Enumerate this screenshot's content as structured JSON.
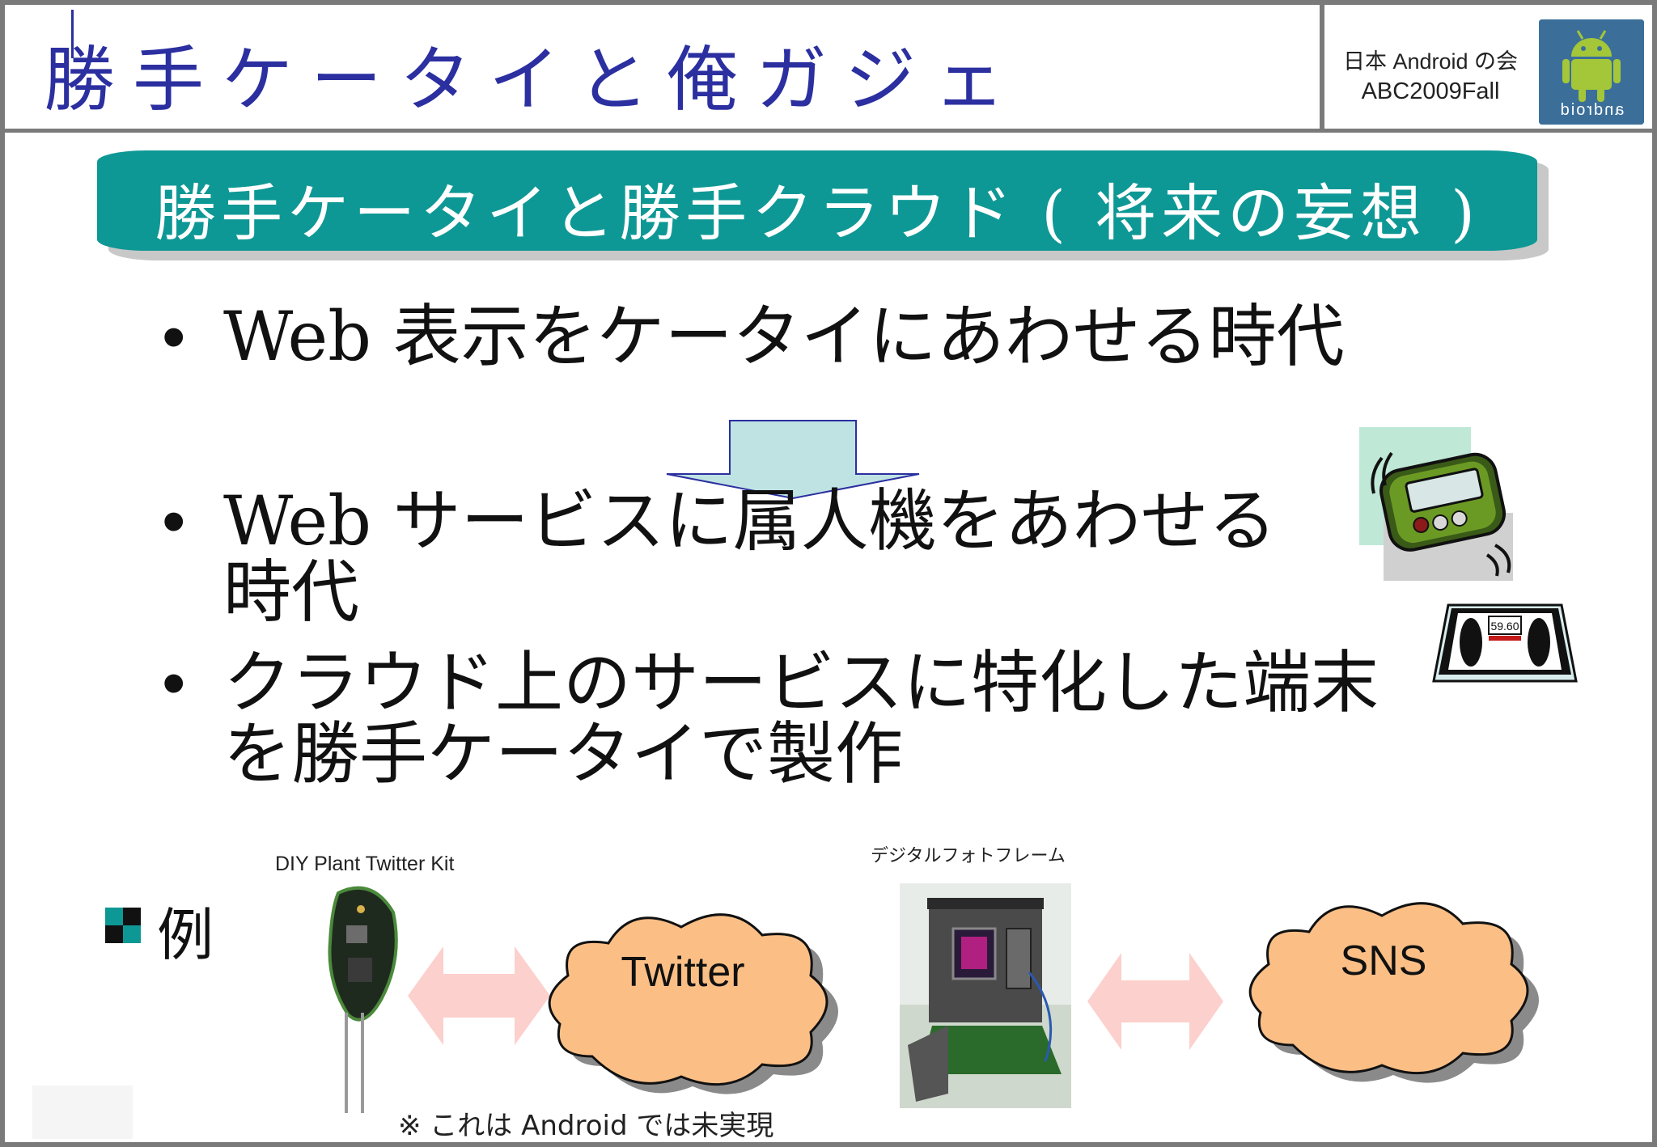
{
  "header": {
    "title": "勝手ケータイと俺ガジェ",
    "org_line1": "日本 Android の会",
    "org_line2": "ABC2009Fall",
    "logo_text": "android"
  },
  "banner": {
    "text": "勝手ケータイと勝手クラウド ( 将来の妄想 )",
    "color": "#0e9895"
  },
  "bullets": [
    {
      "symbol": "•",
      "text": "Web 表示をケータイにあわせる時代"
    },
    {
      "symbol": "•",
      "text": "Web サービスに属人機をあわせる時代"
    },
    {
      "symbol": "•",
      "text": "クラウド上のサービスに特化した端末を勝手ケータイで製作"
    }
  ],
  "example": {
    "label": "例",
    "kit_caption": "DIY Plant Twitter Kit",
    "frame_caption": "デジタルフォトフレーム",
    "cloud1": "Twitter",
    "cloud2": "SNS",
    "note": "※ これは Android では未実現",
    "cloud_color": "#fbbf86",
    "arrow_color": "#fcd0cc"
  },
  "clipart": {
    "pager_reading": "",
    "scale_reading": "59.60"
  }
}
